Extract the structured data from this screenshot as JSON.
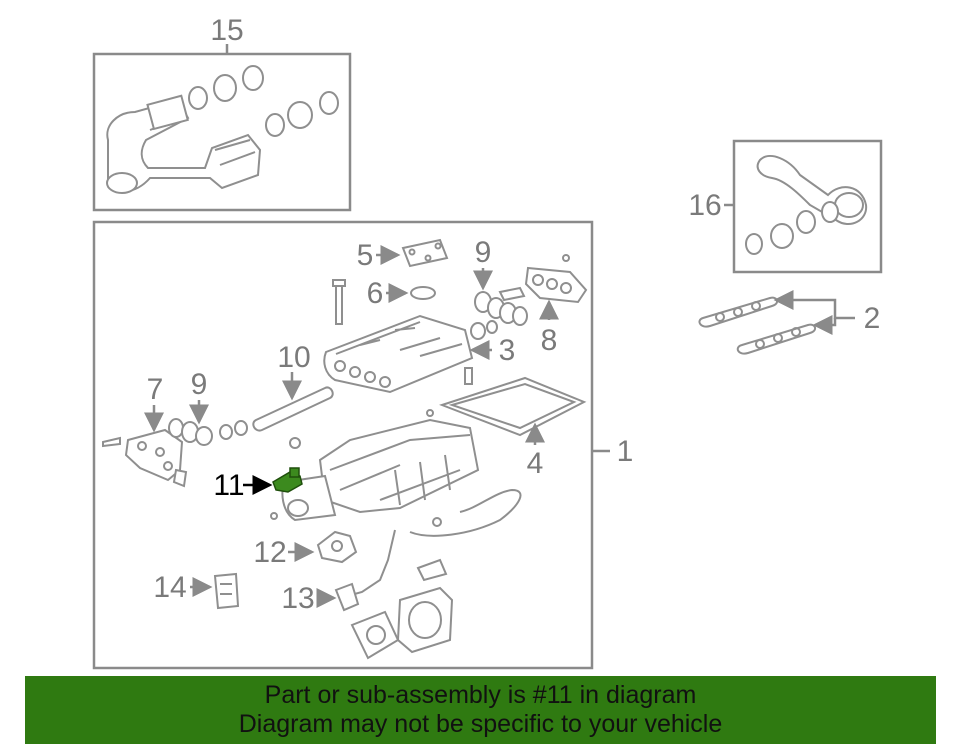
{
  "callouts": {
    "c1": "1",
    "c2": "2",
    "c3": "3",
    "c4": "4",
    "c5": "5",
    "c6": "6",
    "c7": "7",
    "c8": "8",
    "c9a": "9",
    "c9b": "9",
    "c10": "10",
    "c11": "11",
    "c12": "12",
    "c13": "13",
    "c14": "14",
    "c15": "15",
    "c16": "16"
  },
  "highlight_part": "11",
  "banner": {
    "line1": "Part or sub-assembly is #11 in diagram",
    "line2": "Diagram may not be specific to your vehicle"
  },
  "colors": {
    "banner_background": "#2f7a11",
    "highlight_part": "#3c8a1e",
    "line_art": "#8f8f8f",
    "callout_text": "#7a7a7a",
    "highlight_text": "#000000"
  }
}
